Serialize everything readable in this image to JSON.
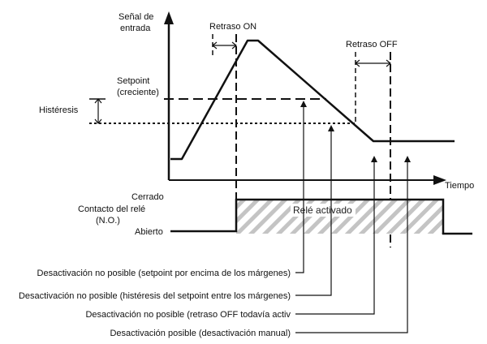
{
  "axes": {
    "y_label_line1": "Señal de",
    "y_label_line2": "entrada",
    "x_label": "Tiempo"
  },
  "delays": {
    "on_label": "Retraso ON",
    "off_label": "Retraso OFF"
  },
  "setpoint": {
    "label_line1": "Setpoint",
    "label_line2": "(creciente)"
  },
  "hysteresis": {
    "label": "Histéresis"
  },
  "relay": {
    "closed_label": "Cerrado",
    "contact_label_line1": "Contacto del relé",
    "contact_label_line2": "(N.O.)",
    "open_label": "Abierto",
    "activated_label": "Relé activado"
  },
  "notes": [
    "Desactivación no posible (setpoint por encima de los márgenes)",
    "Desactivación no posible (histéresis del setpoint entre los márgenes)",
    "Desactivación no posible (retraso OFF todavía activ",
    "Desactivación posible (desactivación manual)"
  ]
}
